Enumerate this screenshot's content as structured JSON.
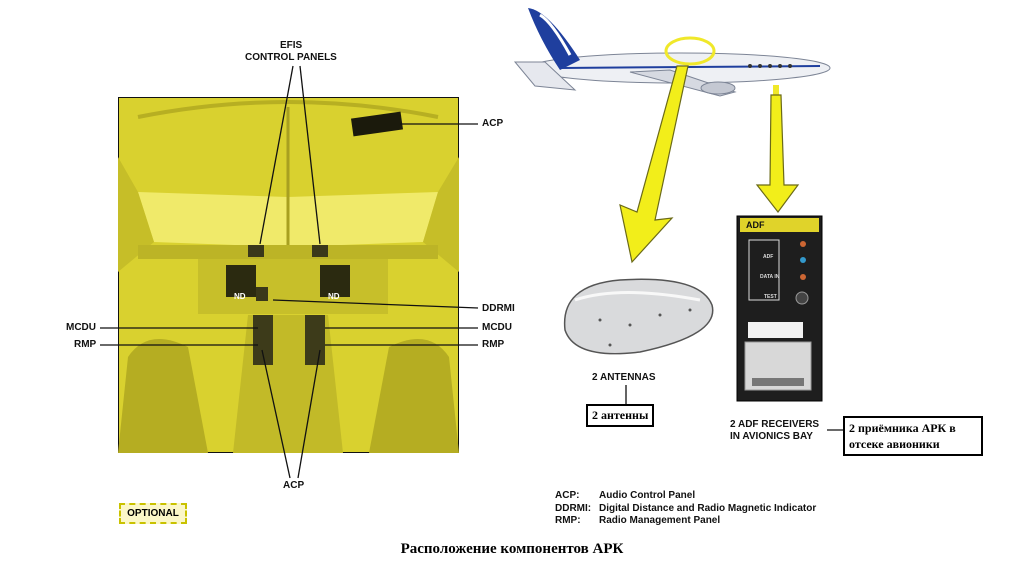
{
  "labels": {
    "efis_line1": "EFIS",
    "efis_line2": "CONTROL PANELS",
    "acp_top": "ACP",
    "ddrmi": "DDRMI",
    "mcdu_left": "MCDU",
    "mcdu_right": "MCDU",
    "rmp_left": "RMP",
    "rmp_right": "RMP",
    "acp_bottom": "ACP",
    "nd_left": "ND",
    "nd_right": "ND",
    "optional": "OPTIONAL",
    "antennas": "2 ANTENNAS",
    "receivers_line1": "2 ADF RECEIVERS",
    "receivers_line2": "IN AVIONICS BAY"
  },
  "annotations": {
    "antennas_ru": "2 антенны",
    "receivers_ru_line1": "2 приёмника АРК в",
    "receivers_ru_line2": "отсеке авионики"
  },
  "adf_unit": {
    "brand": "ADF",
    "adf": "ADF",
    "data_in": "DATA IN",
    "test": "TEST"
  },
  "legend": [
    {
      "key": "ACP:",
      "value": "Audio Control Panel"
    },
    {
      "key": "DDRMI:",
      "value": "Digital Distance and Radio Magnetic Indicator"
    },
    {
      "key": "RMP:",
      "value": "Radio Management Panel"
    }
  ],
  "caption": "Расположение компонентов АРК",
  "colors": {
    "highlight_yellow": "#e8e13a",
    "arrow_yellow": "#f2ee1a",
    "aircraft_blue": "#1f3f9e"
  }
}
